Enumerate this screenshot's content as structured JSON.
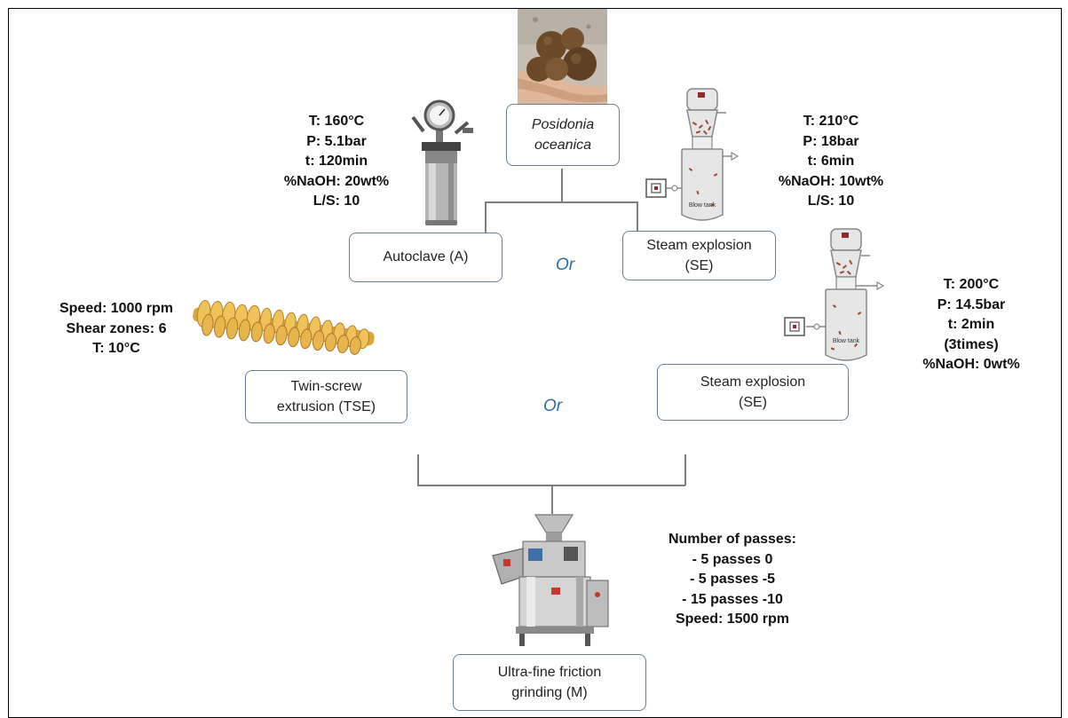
{
  "source": {
    "line1": "Posidonia",
    "line2": "oceanica"
  },
  "autoclave": {
    "label": "Autoclave (A)",
    "params": [
      "T: 160°C",
      "P: 5.1bar",
      "t: 120min",
      "%NaOH: 20wt%",
      "L/S: 10"
    ]
  },
  "steam1": {
    "line1": "Steam explosion",
    "line2": "(SE)",
    "params": [
      "T: 210°C",
      "P: 18bar",
      "t: 6min",
      "%NaOH: 10wt%",
      "L/S: 10"
    ],
    "tank_label": "Blow tank"
  },
  "or_label": "Or",
  "tse": {
    "line1": "Twin-screw",
    "line2": "extrusion (TSE)",
    "params": [
      "Speed: 1000 rpm",
      "Shear zones: 6",
      "T: 10°C"
    ]
  },
  "steam2": {
    "line1": "Steam explosion",
    "line2": "(SE)",
    "params": [
      "T: 200°C",
      "P: 14.5bar",
      "t: 2min",
      "(3times)",
      "%NaOH: 0wt%"
    ],
    "tank_label": "Blow tank"
  },
  "grinding": {
    "line1": "Ultra-fine friction",
    "line2": "grinding (M)",
    "params": [
      "Number of passes:",
      "- 5 passes 0",
      "- 5 passes -5",
      "- 15 passes -10",
      "Speed: 1500 rpm"
    ]
  },
  "colors": {
    "box_border": "#6a7f95",
    "or_text": "#2e6da4",
    "connector": "#7e7e7e"
  }
}
